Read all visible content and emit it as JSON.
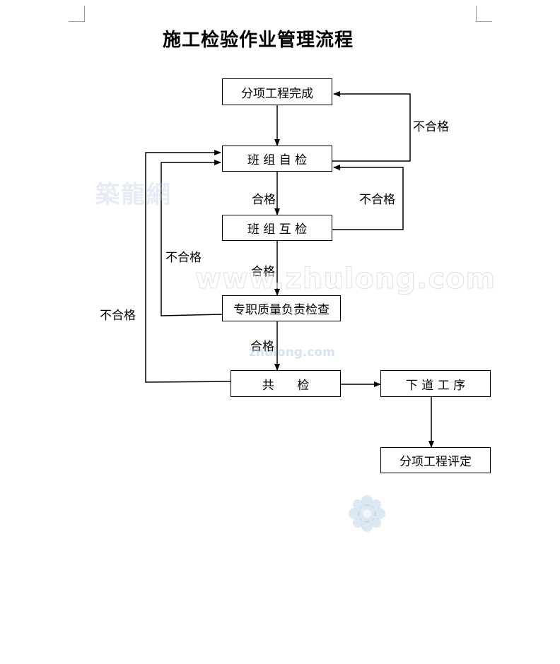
{
  "title": "施工检验作业管理流程",
  "nodes": {
    "fenxiang_wancheng": "分项工程完成",
    "banzu_zijian": "班 组 自 检",
    "banzu_hujian": "班 组 互 检",
    "zhuanzhi_jiancha": "专职质量负责检查",
    "gongjian": "共      检",
    "xia_dao_gongxu": "下 道 工 序",
    "fenxiang_pingding": "分项工程评定"
  },
  "edges": {
    "not_qualified_1": "不合格",
    "not_qualified_2": "不合格",
    "not_qualified_3": "不合格",
    "not_qualified_4": "不合格",
    "qualified_1": "合格",
    "qualified_2": "合格",
    "qualified_3": "合格"
  },
  "watermarks": {
    "logo": "築龍網",
    "site": "www.zhulong.com",
    "small": "zhulong.com"
  },
  "colors": {
    "line": "#000000",
    "watermark_blue": "#b4c8e1"
  }
}
